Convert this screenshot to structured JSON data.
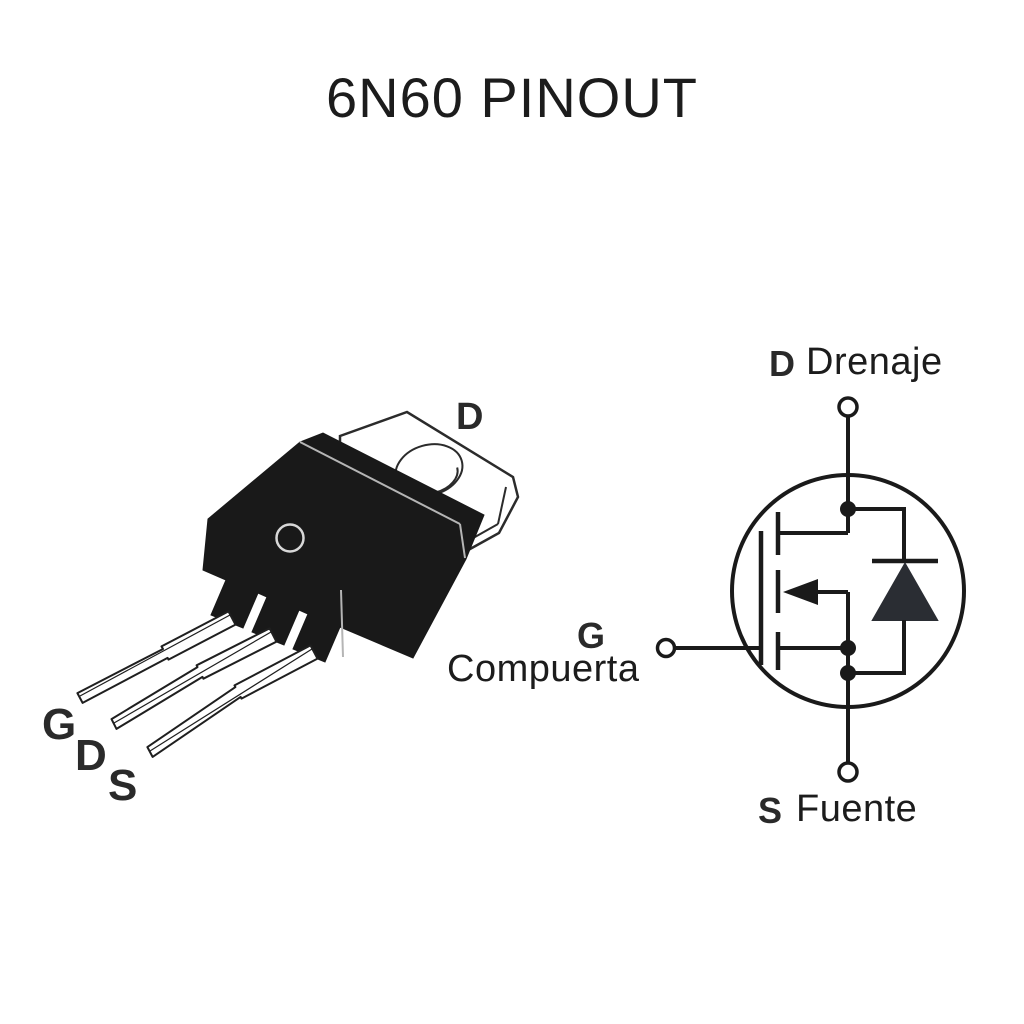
{
  "title": "6N60 PINOUT",
  "package": {
    "tab_label": "D",
    "lead_labels": {
      "gate": "G",
      "drain": "D",
      "source": "S"
    }
  },
  "schematic": {
    "drain_pin": "D",
    "drain_name": "Drenaje",
    "gate_pin": "G",
    "gate_name": "Compuerta",
    "source_pin": "S",
    "source_name": "Fuente"
  },
  "colors": {
    "ink": "#1a1a1a",
    "body_fill": "#191919",
    "diode_fill": "#2a2d33",
    "facet_line": "#b5b5b5",
    "background": "#ffffff"
  }
}
